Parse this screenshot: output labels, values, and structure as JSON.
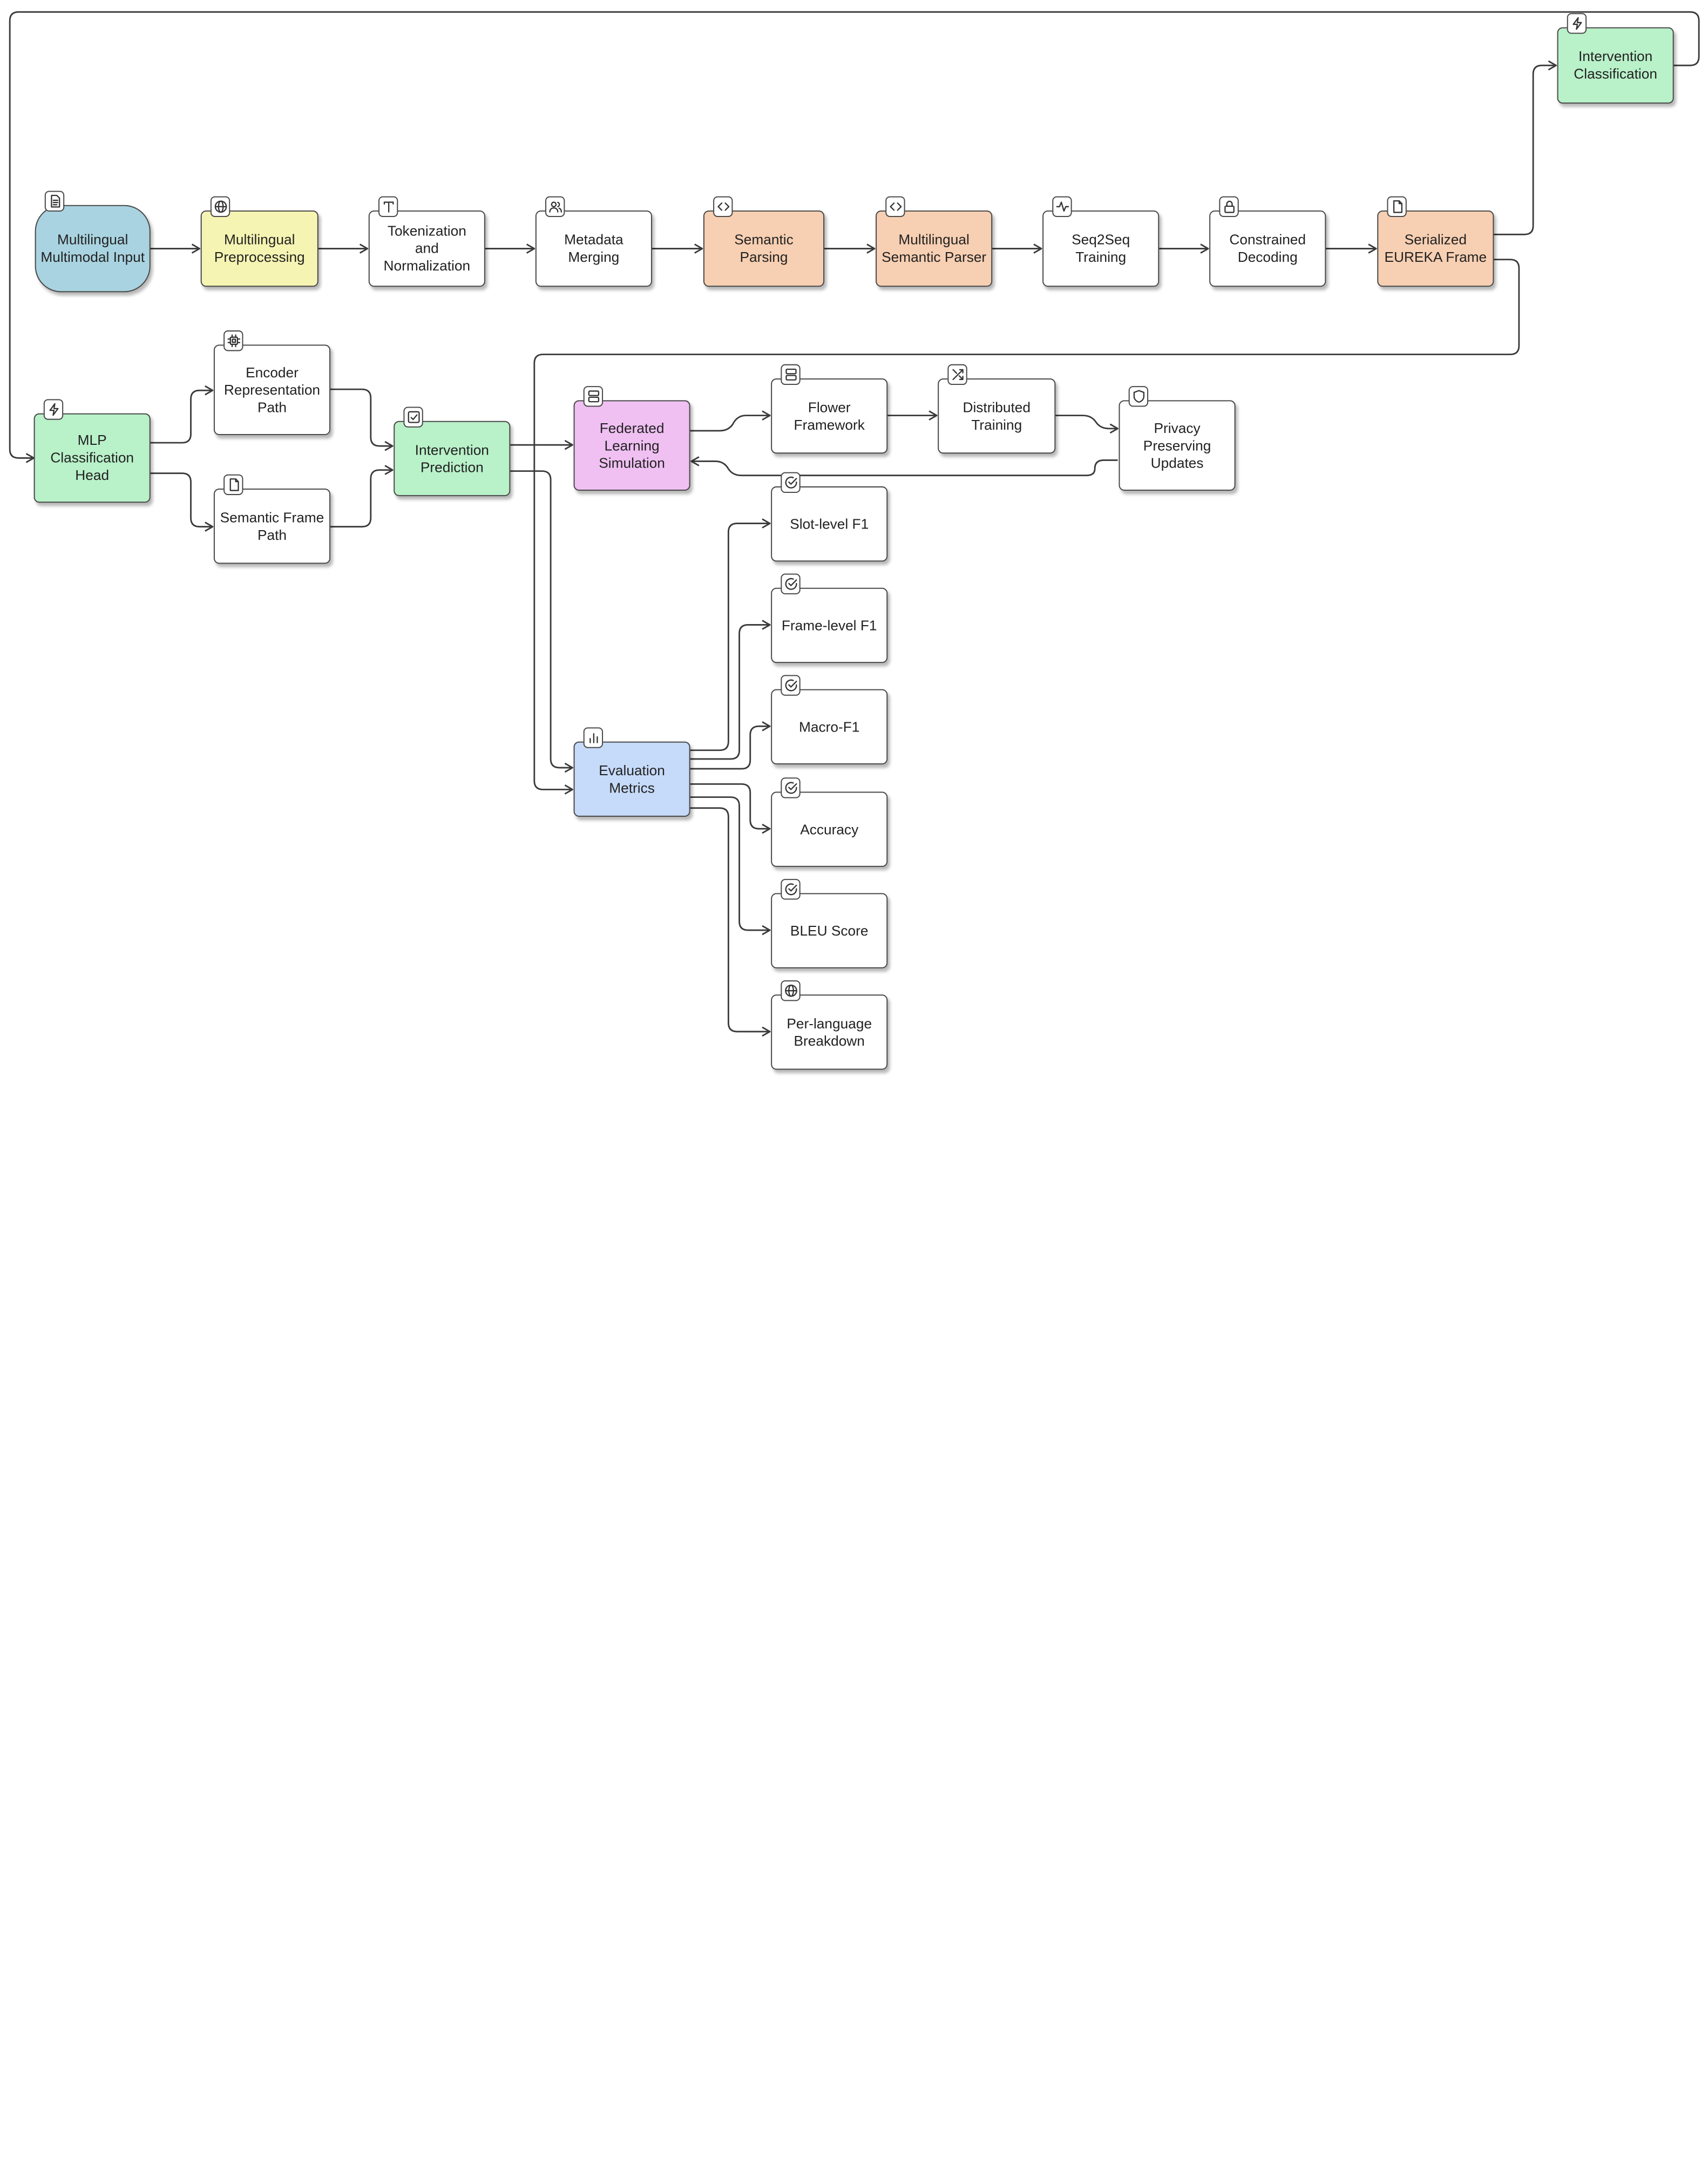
{
  "colors": {
    "input": "#a9d3e0",
    "preprocessing": "#f6f4b2",
    "parsing": "#f7cfb2",
    "classification": "#b9f1c9",
    "federated": "#f0c0f2",
    "evaluation": "#c6daf9",
    "default": "#ffffff"
  },
  "nodes": {
    "multimodal_input": {
      "label": "Multilingual\nMultimodal Input",
      "icon": "document-icon"
    },
    "multilingual_preprocessing": {
      "label": "Multilingual\nPreprocessing",
      "icon": "globe-icon"
    },
    "tokenization": {
      "label": "Tokenization and\nNormalization",
      "icon": "text-icon"
    },
    "metadata_merging": {
      "label": "Metadata\nMerging",
      "icon": "users-icon"
    },
    "semantic_parsing": {
      "label": "Semantic Parsing",
      "icon": "code-icon"
    },
    "multilingual_semantic_parser": {
      "label": "Multilingual\nSemantic Parser",
      "icon": "code-icon"
    },
    "seq2seq_training": {
      "label": "Seq2Seq\nTraining",
      "icon": "activity-icon"
    },
    "constrained_decoding": {
      "label": "Constrained\nDecoding",
      "icon": "lock-icon"
    },
    "serialized_frame": {
      "label": "Serialized\nEUREKA Frame",
      "icon": "file-icon"
    },
    "intervention_classification": {
      "label": "Intervention\nClassification",
      "icon": "lightning-icon"
    },
    "mlp_head": {
      "label": "MLP\nClassification\nHead",
      "icon": "lightning-icon"
    },
    "encoder_path": {
      "label": "Encoder\nRepresentation\nPath",
      "icon": "cpu-icon"
    },
    "semantic_frame_path": {
      "label": "Semantic Frame\nPath",
      "icon": "file-icon"
    },
    "intervention_prediction": {
      "label": "Intervention\nPrediction",
      "icon": "check-square-icon"
    },
    "federated_learning": {
      "label": "Federated\nLearning\nSimulation",
      "icon": "server-icon"
    },
    "flower_framework": {
      "label": "Flower\nFramework",
      "icon": "server-icon"
    },
    "distributed_training": {
      "label": "Distributed\nTraining",
      "icon": "shuffle-icon"
    },
    "privacy_updates": {
      "label": "Privacy\nPreserving\nUpdates",
      "icon": "shield-icon"
    },
    "evaluation_metrics": {
      "label": "Evaluation\nMetrics",
      "icon": "bar-chart-icon"
    },
    "slot_f1": {
      "label": "Slot-level F1",
      "icon": "check-circle-icon"
    },
    "frame_f1": {
      "label": "Frame-level F1",
      "icon": "check-circle-icon"
    },
    "macro_f1": {
      "label": "Macro-F1",
      "icon": "check-circle-icon"
    },
    "accuracy": {
      "label": "Accuracy",
      "icon": "check-circle-icon"
    },
    "bleu": {
      "label": "BLEU Score",
      "icon": "check-circle-icon"
    },
    "per_language": {
      "label": "Per-language\nBreakdown",
      "icon": "globe-icon"
    }
  }
}
